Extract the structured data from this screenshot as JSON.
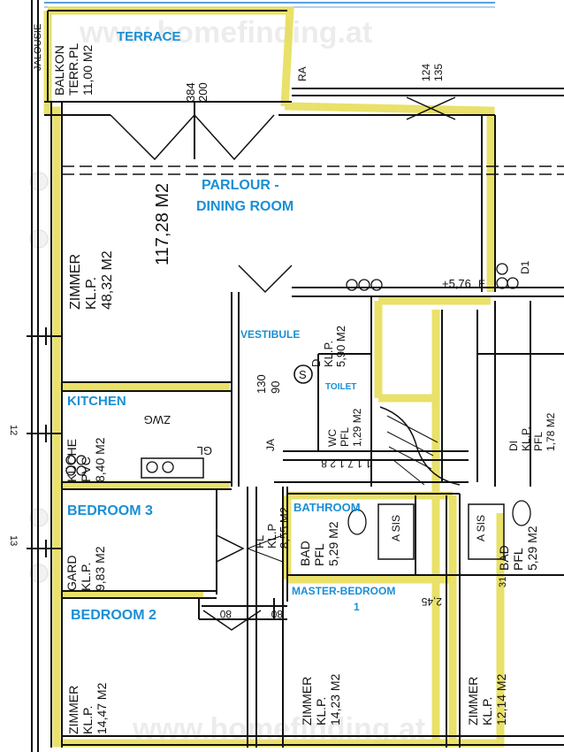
{
  "watermark": {
    "top": "www.homefinding.at",
    "bottom": "www.homefinding.at"
  },
  "handwritten": {
    "terrace": "TERRACE",
    "parlour_line1": "PARLOUR -",
    "parlour_line2": "DINING ROOM",
    "vestibule": "VESTIBULE",
    "kitchen": "KITCHEN",
    "toilet": "TOILET",
    "bedroom3": "BEDROOM 3",
    "bathroom": "BATHROOM",
    "master_line1": "MASTER-BEDROOM",
    "master_line2": "1",
    "bedroom2": "BEDROOM 2"
  },
  "rooms": {
    "balkon": [
      "BALKON",
      "TERR.PL",
      "11,00 M2"
    ],
    "zimmer_main": [
      "ZIMMER",
      "KL.P.",
      "48,32 M2"
    ],
    "area_total": "117,28 M2",
    "kueche": [
      "KÜCHE",
      "PVC",
      "8,40 M2"
    ],
    "gard": [
      "GARD",
      "KL.P.",
      "9,83 M2"
    ],
    "zimmer_b2": [
      "ZIMMER",
      "KL.P.",
      "14,47 M2"
    ],
    "zimmer_mid": [
      "ZIMMER",
      "KL.P.",
      "14,23 M2"
    ],
    "zimmer_right": [
      "ZIMMER",
      "KL.P.",
      "12,14 M2"
    ],
    "fl": [
      "FL",
      "KL.P",
      "8,55 M2"
    ],
    "bad_left": [
      "BAD",
      "PFL",
      "5,29 M2"
    ],
    "bad_right": [
      "BAD",
      "PFL",
      "5,29 M2"
    ],
    "di_right": [
      "DI",
      "KL.P.",
      "PFL",
      "1,78 M2"
    ],
    "vestibule_code": [
      "D",
      "KL.P.",
      "5,90 M2"
    ],
    "wc": [
      "WC",
      "PFL",
      "1,29 M2"
    ]
  },
  "annotations": {
    "jalousie": "JALOUSIE",
    "dim_384": "384",
    "dim_200": "200",
    "dim_124": "124",
    "dim_135": "135",
    "level": "+5,76",
    "ra": "RA",
    "e": "E",
    "d1": "D1",
    "circle_s": "S",
    "zwg": "ZWG",
    "gl": "GL",
    "ja": "JA",
    "stair": "1 1 7 1 2 8",
    "asis": "A SIS",
    "dim_80": "80",
    "dim_12": "12",
    "dim_13": "13",
    "dim_245": "2,45",
    "dim_31": "31",
    "dim_130": "130",
    "dim_90": "90"
  }
}
